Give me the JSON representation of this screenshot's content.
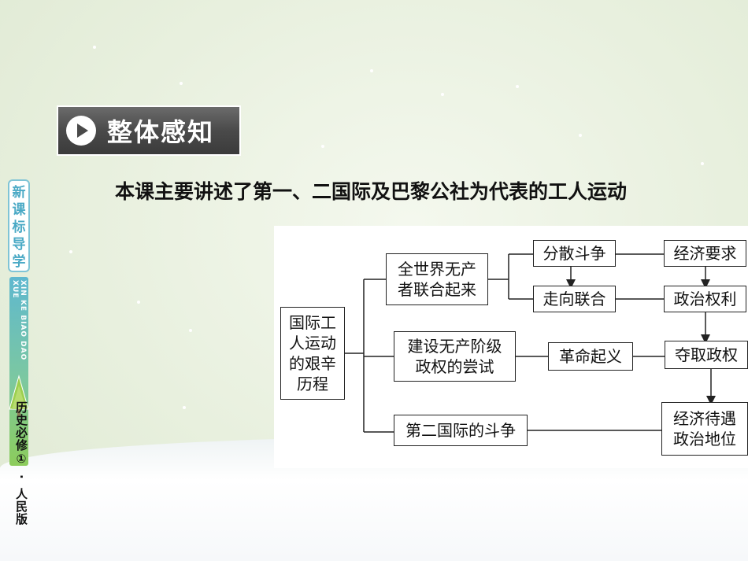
{
  "sidebar": {
    "title_chars": [
      "新",
      "课",
      "标",
      "导",
      "学"
    ],
    "pinyin": "XIN KE BIAO DAO XUE",
    "book": "历史必修①",
    "separator": "·",
    "publisher": "人民版"
  },
  "banner": {
    "title": "整体感知"
  },
  "intro_text": "本课主要讲述了第一、二国际及巴黎公社为代表的工人运动",
  "diagram": {
    "root": {
      "line1": "国际工",
      "line2": "人运动",
      "line3": "的艰辛",
      "line4": "历程"
    },
    "stage1": {
      "line1": "全世界无产",
      "line2": "者联合起来"
    },
    "stage2": {
      "line1": "建设无产阶级",
      "line2": "政权的尝试"
    },
    "stage3": {
      "label": "第二国际的斗争"
    },
    "scattered": "分散斗争",
    "toward_union": "走向联合",
    "revolution": "革命起义",
    "economic_demand": "经济要求",
    "political_rights": "政治权利",
    "seize_power": "夺取政权",
    "outcome": {
      "line1": "经济待遇",
      "line2": "政治地位"
    }
  },
  "colors": {
    "sidebar_accent": "#4aa9c5",
    "banner_bg": "#4a4a4a"
  }
}
